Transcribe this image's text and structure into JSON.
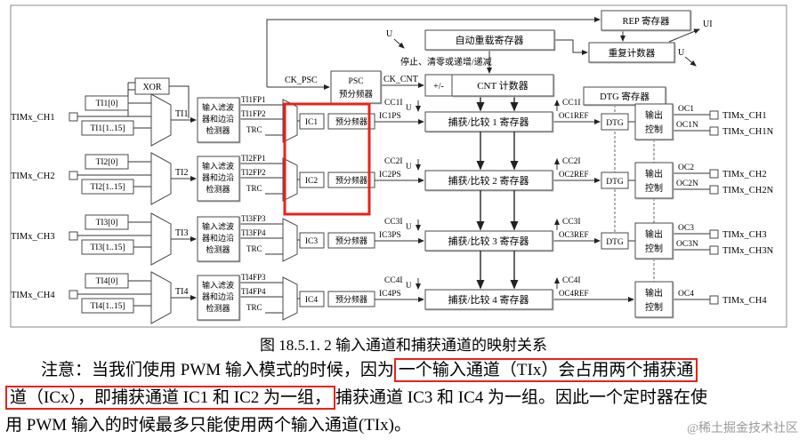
{
  "diagram": {
    "top": {
      "rep_reg": "REP 寄存器",
      "ui_label": "UI",
      "u_label": "U",
      "repeat_counter": "重复计数器",
      "auto_reload": "自动重载寄存器",
      "stop_clear": "停止、清零或递增/递减",
      "ck_psc": "CK_PSC",
      "psc_top": "PSC",
      "psc_bottom": "预分频器",
      "ck_cnt": "CK_CNT",
      "plus_minus": "+/-",
      "cnt": "CNT 计数器",
      "dtg_reg": "DTG 寄存器",
      "xor": "XOR"
    },
    "filter_lines": [
      "输入滤波",
      "器和边沿",
      "检测器"
    ],
    "out_ctrl_lines": [
      "输出",
      "控制"
    ],
    "prescaler": "预分频器",
    "trc": "TRC",
    "channels": [
      {
        "pin": "TIMx_CH1",
        "tap0": "TI1[0]",
        "taps": "TI1[1..15]",
        "ti": "TI1",
        "fp1": "TI1FP1",
        "fp2": "TI1FP2",
        "ic": "IC1",
        "icps": "IC1PS",
        "reg": "捕获/比较 1 寄存器",
        "cci": "CC1I",
        "ocref": "OC1REF",
        "dtg": "DTG",
        "oc": "OC1",
        "ocn": "OC1N",
        "out": "TIMx_CH1",
        "outn": "TIMx_CH1N"
      },
      {
        "pin": "TIMx_CH2",
        "tap0": "TI2[0]",
        "taps": "TI2[1..15]",
        "ti": "TI2",
        "fp1": "TI2FP1",
        "fp2": "TI2FP2",
        "ic": "IC2",
        "icps": "IC2PS",
        "reg": "捕获/比较 2 寄存器",
        "cci": "CC2I",
        "ocref": "OC2REF",
        "dtg": "DTG",
        "oc": "OC2",
        "ocn": "OC2N",
        "out": "TIMx_CH2",
        "outn": "TIMx_CH2N"
      },
      {
        "pin": "TIMx_CH3",
        "tap0": "TI3[0]",
        "taps": "TI3[1..15]",
        "ti": "TI3",
        "fp1": "TI3FP3",
        "fp2": "TI3FP4",
        "ic": "IC3",
        "icps": "IC3PS",
        "reg": "捕获/比较 3 寄存器",
        "cci": "CC3I",
        "ocref": "OC3REF",
        "dtg": "DTG",
        "oc": "OC3",
        "ocn": "OC3N",
        "out": "TIMx_CH3",
        "outn": "TIMx_CH3N"
      },
      {
        "pin": "TIMx_CH4",
        "tap0": "TI4[0]",
        "taps": "TI4[1..15]",
        "ti": "TI4",
        "fp1": "TI4FP3",
        "fp2": "TI4FP4",
        "ic": "IC4",
        "icps": "IC4PS",
        "reg": "捕获/比较 4 寄存器",
        "cci": "CC4I",
        "ocref": "OC4REF",
        "oc": "OC4",
        "out": "TIMx_CH4"
      }
    ]
  },
  "caption": "图 18.5.1. 2 输入通道和捕获通道的映射关系",
  "note": {
    "l1a": "注意：当我们使用 PWM 输入模式的时候，因为",
    "l1b": "一个输入通道（TIx）会占用两个捕获通",
    "l2a": "道（ICx），即捕获通道 IC1 和 IC2 为一组，",
    "l2b": "捕获通道 IC3 和 IC4 为一组。因此一个定时器在使",
    "l3": "用 PWM 输入的时候最多只能使用两个输入通道(TIx)。"
  },
  "watermark": "@稀土掘金技术社区"
}
